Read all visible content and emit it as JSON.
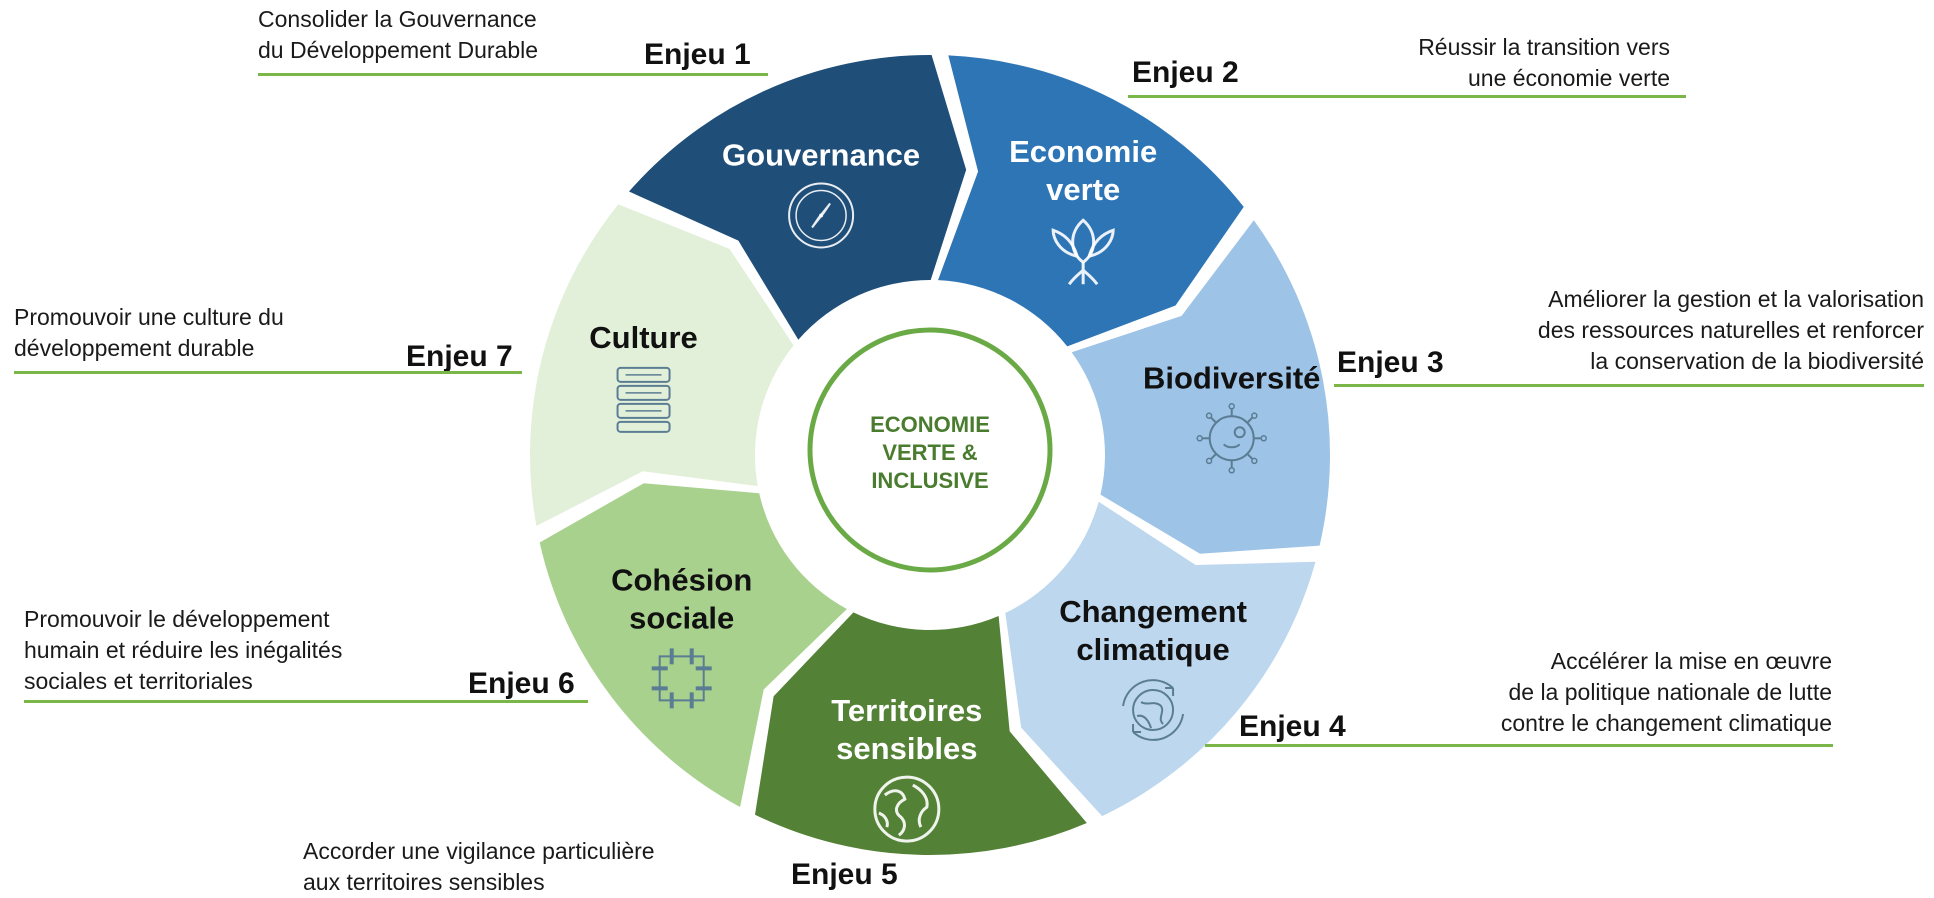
{
  "center": {
    "lines": [
      "ECONOMIE",
      "VERTE &",
      "INCLUSIVE"
    ],
    "color": "#4a7c2f",
    "ring_color": "#6aaa46"
  },
  "segments": [
    {
      "id": 1,
      "title_lines": [
        "Gouvernance"
      ],
      "color": "#1f4e79",
      "text_color": "#ffffff",
      "icon": "compass-icon"
    },
    {
      "id": 2,
      "title_lines": [
        "Economie",
        "verte"
      ],
      "color": "#2e75b6",
      "text_color": "#ffffff",
      "icon": "lotus-flower-icon"
    },
    {
      "id": 3,
      "title_lines": [
        "Biodiversité"
      ],
      "color": "#9dc3e6",
      "text_color": "#111111",
      "icon": "microbe-icon"
    },
    {
      "id": 4,
      "title_lines": [
        "Changement",
        "climatique"
      ],
      "color": "#bdd7ee",
      "text_color": "#111111",
      "icon": "globe-cycle-icon"
    },
    {
      "id": 5,
      "title_lines": [
        "Territoires",
        "sensibles"
      ],
      "color": "#538135",
      "text_color": "#ffffff",
      "icon": "world-map-icon"
    },
    {
      "id": 6,
      "title_lines": [
        "Cohésion",
        "sociale"
      ],
      "color": "#a9d18e",
      "text_color": "#111111",
      "icon": "joined-hands-icon"
    },
    {
      "id": 7,
      "title_lines": [
        "Culture"
      ],
      "color": "#e2f0d9",
      "text_color": "#111111",
      "icon": "books-icon"
    }
  ],
  "enjeux": [
    {
      "label": "Enjeu 1",
      "desc": [
        "Consolider la Gouvernance",
        "du Développement Durable"
      ]
    },
    {
      "label": "Enjeu 2",
      "desc": [
        "Réussir la transition vers",
        "une économie verte"
      ]
    },
    {
      "label": "Enjeu 3",
      "desc": [
        "Améliorer la gestion et la valorisation",
        "des ressources naturelles et renforcer",
        "la conservation de la biodiversité"
      ]
    },
    {
      "label": "Enjeu 4",
      "desc": [
        "Accélérer la mise en œuvre",
        "de la politique nationale de lutte",
        "contre le changement climatique"
      ]
    },
    {
      "label": "Enjeu 5",
      "desc": [
        "Accorder une vigilance particulière",
        "aux territoires sensibles"
      ]
    },
    {
      "label": "Enjeu 6",
      "desc": [
        "Promouvoir le développement",
        "humain et réduire les inégalités",
        "sociales et territoriales"
      ]
    },
    {
      "label": "Enjeu 7",
      "desc": [
        "Promouvoir une culture du",
        "développement durable"
      ]
    }
  ],
  "rule_color": "#7ab648"
}
